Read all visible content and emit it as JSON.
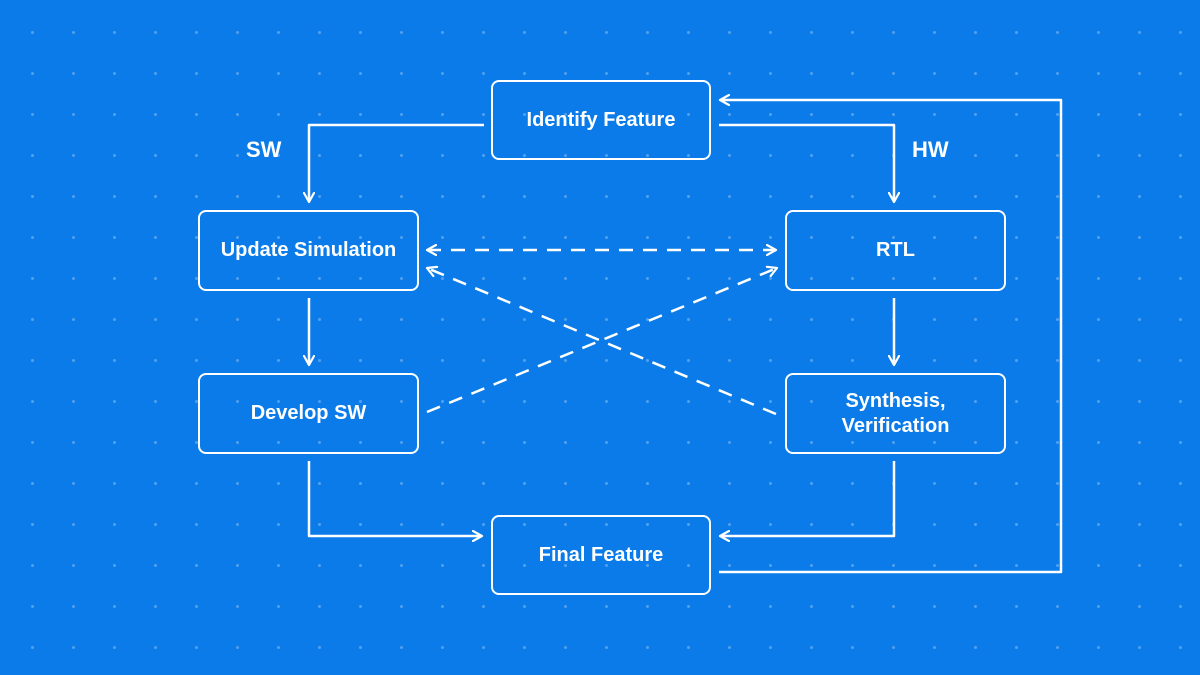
{
  "diagram": {
    "branch_labels": {
      "software": "SW",
      "hardware": "HW"
    },
    "nodes": {
      "identify_feature": "Identify Feature",
      "update_simulation": "Update Simulation",
      "rtl": "RTL",
      "develop_sw": "Develop SW",
      "synthesis_verification": "Synthesis,\nVerification",
      "final_feature": "Final Feature"
    },
    "edges": [
      {
        "from": "identify_feature",
        "to": "update_simulation",
        "style": "solid"
      },
      {
        "from": "identify_feature",
        "to": "rtl",
        "style": "solid"
      },
      {
        "from": "update_simulation",
        "to": "develop_sw",
        "style": "solid"
      },
      {
        "from": "rtl",
        "to": "synthesis_verification",
        "style": "solid"
      },
      {
        "from": "develop_sw",
        "to": "final_feature",
        "style": "solid"
      },
      {
        "from": "synthesis_verification",
        "to": "final_feature",
        "style": "solid"
      },
      {
        "from": "final_feature",
        "to": "identify_feature",
        "style": "solid"
      },
      {
        "from": "update_simulation",
        "to": "rtl",
        "style": "dashed",
        "bidirectional": true
      },
      {
        "from": "develop_sw",
        "to": "rtl",
        "style": "dashed"
      },
      {
        "from": "synthesis_verification",
        "to": "update_simulation",
        "style": "dashed"
      }
    ],
    "colors": {
      "background": "#0a7be8",
      "stroke": "#ffffff",
      "grid_dots": "#4f9ef0"
    }
  }
}
